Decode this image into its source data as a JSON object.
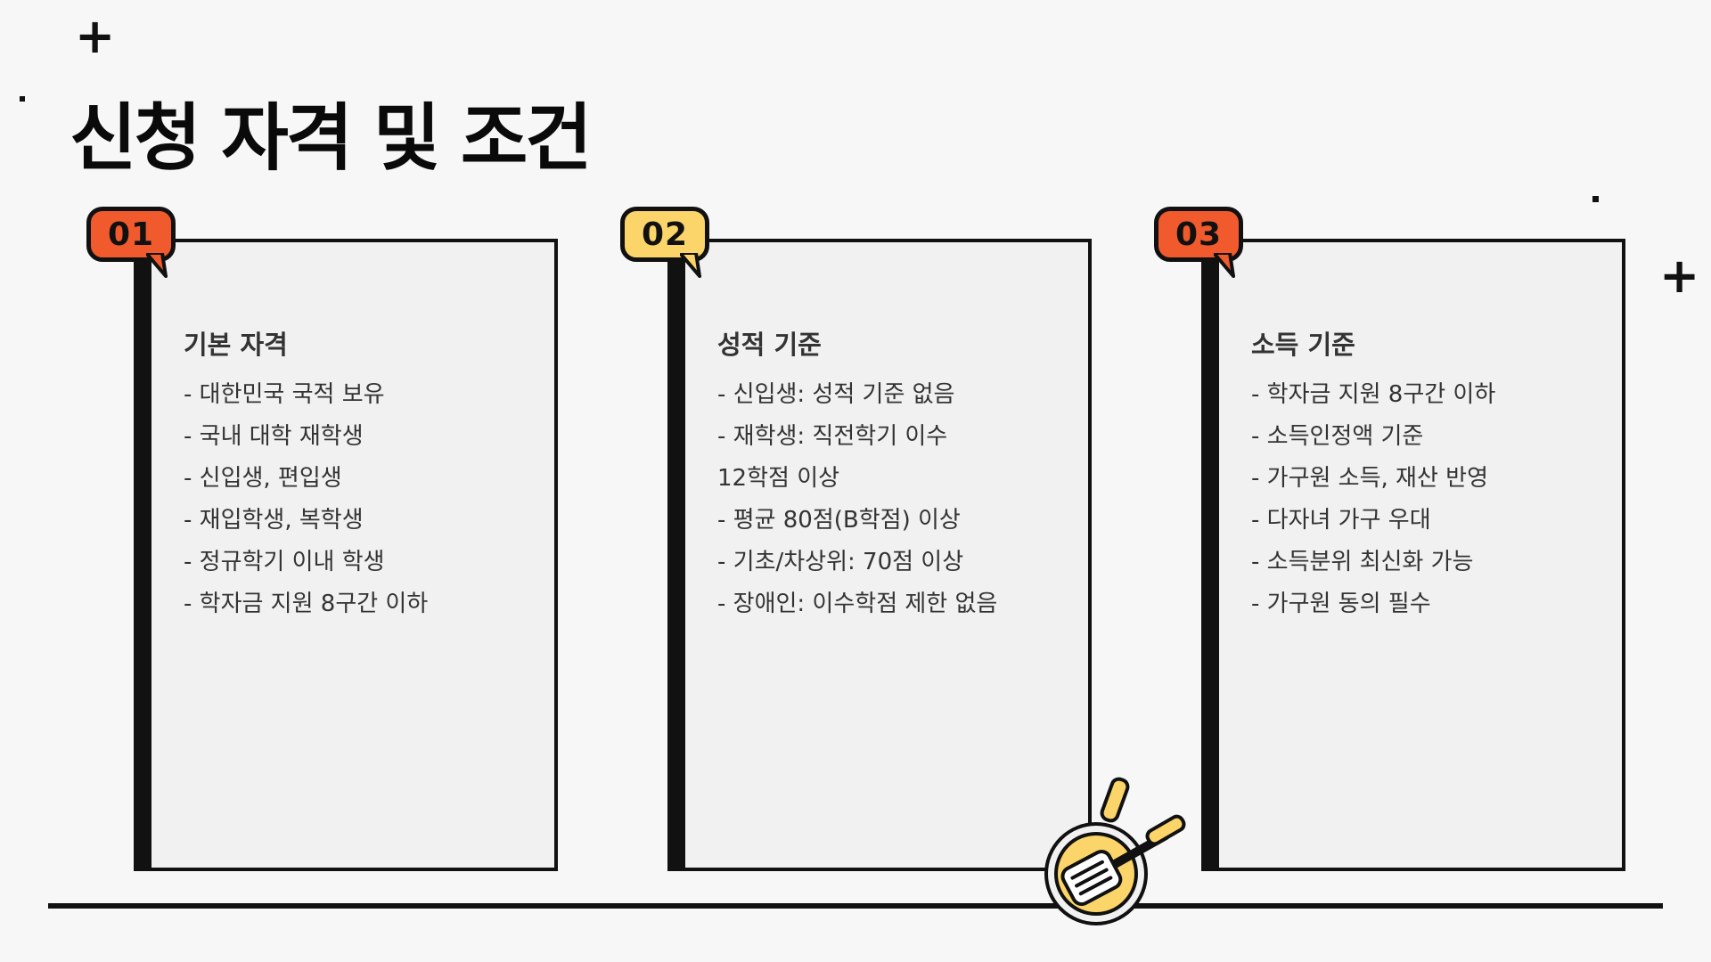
{
  "page": {
    "title": "신청 자격 및 조건"
  },
  "colors": {
    "badge_1": "#f05a2c",
    "badge_2": "#fbd56a",
    "badge_3": "#f05a2c",
    "pan_yellow": "#fbd56a",
    "ink": "#111111"
  },
  "decorations": {
    "plus_symbol": "+",
    "pan_icon": "frying-pan-with-spatula-icon"
  },
  "cards": [
    {
      "number": "01",
      "heading": "기본 자격",
      "lines": [
        "- 대한민국 국적 보유",
        "- 국내 대학 재학생",
        "- 신입생, 편입생",
        "- 재입학생, 복학생",
        "- 정규학기 이내 학생",
        "- 학자금 지원 8구간 이하"
      ]
    },
    {
      "number": "02",
      "heading": "성적 기준",
      "lines": [
        "- 신입생: 성적 기준 없음",
        "- 재학생: 직전학기 이수",
        "12학점 이상",
        "- 평균 80점(B학점) 이상",
        "- 기초/차상위: 70점 이상",
        "- 장애인: 이수학점 제한 없음"
      ]
    },
    {
      "number": "03",
      "heading": "소득 기준",
      "lines": [
        "- 학자금 지원 8구간 이하",
        "- 소득인정액 기준",
        "- 가구원 소득, 재산 반영",
        "- 다자녀 가구 우대",
        "- 소득분위 최신화 가능",
        "- 가구원 동의 필수"
      ]
    }
  ]
}
